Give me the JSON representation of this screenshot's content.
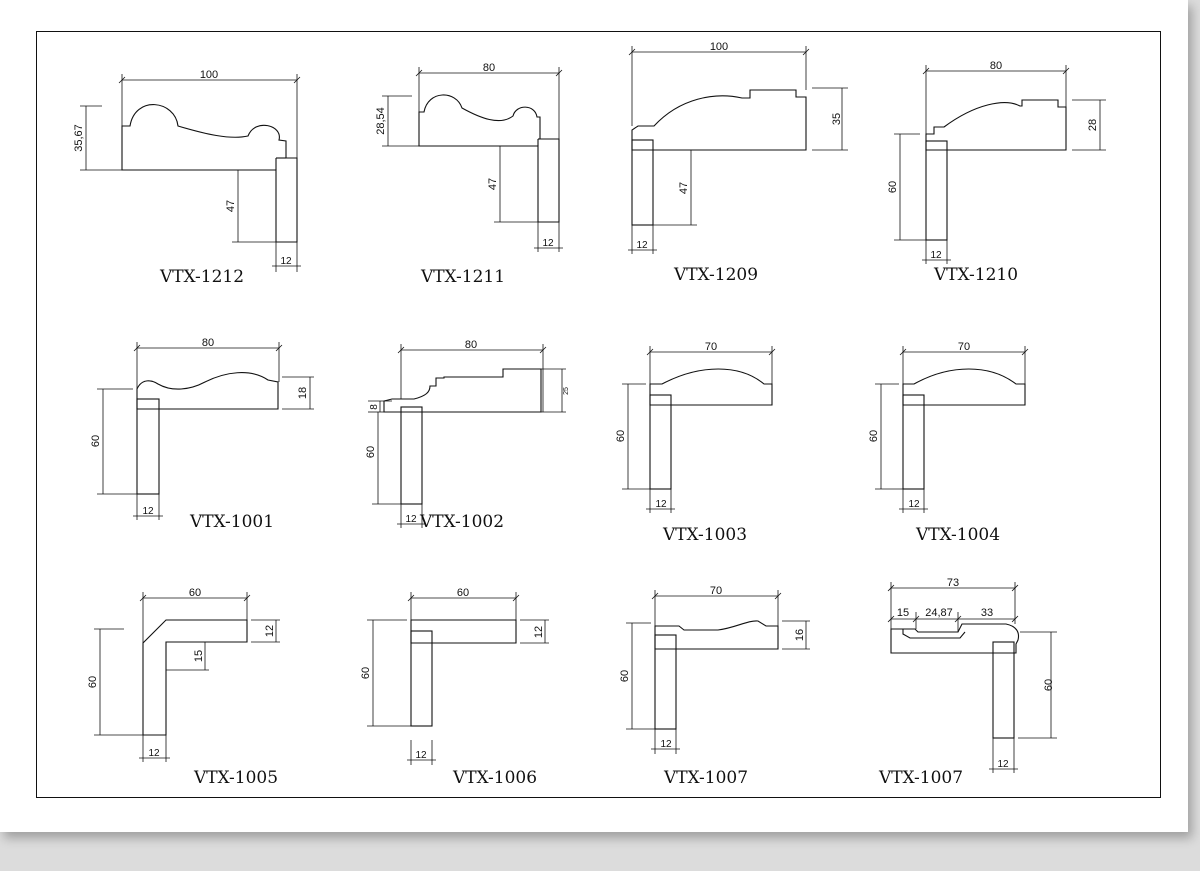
{
  "profiles": [
    {
      "code": "VTX-1212",
      "dims": {
        "width": "100",
        "height": "35,67",
        "post": "47",
        "thick": "12"
      }
    },
    {
      "code": "VTX-1211",
      "dims": {
        "width": "80",
        "height": "28,54",
        "post": "47",
        "thick": "12"
      }
    },
    {
      "code": "VTX-1209",
      "dims": {
        "width": "100",
        "height": "35",
        "post": "47",
        "thick": "12"
      }
    },
    {
      "code": "VTX-1210",
      "dims": {
        "width": "80",
        "height": "28",
        "post": "60",
        "thick": "12"
      }
    },
    {
      "code": "VTX-1001",
      "dims": {
        "width": "80",
        "height": "18",
        "post": "60",
        "thick": "12"
      }
    },
    {
      "code": "VTX-1002",
      "dims": {
        "width": "80",
        "height": "25",
        "step": "8",
        "post": "60",
        "thick": "12"
      }
    },
    {
      "code": "VTX-1003",
      "dims": {
        "width": "70",
        "post": "60",
        "thick": "12"
      }
    },
    {
      "code": "VTX-1004",
      "dims": {
        "width": "70",
        "post": "60",
        "thick": "12"
      }
    },
    {
      "code": "VTX-1005",
      "dims": {
        "width": "60",
        "height": "12",
        "inner": "15",
        "post": "60",
        "thick": "12"
      }
    },
    {
      "code": "VTX-1006",
      "dims": {
        "width": "60",
        "height": "12",
        "post": "60",
        "thick": "12"
      }
    },
    {
      "code": "VTX-1007",
      "dims": {
        "width": "70",
        "height": "16",
        "post": "60",
        "thick": "12"
      }
    },
    {
      "code": "VTX-1007",
      "dims": {
        "width": "73",
        "seg1": "15",
        "seg2": "24,87",
        "seg3": "33",
        "post": "60",
        "thick": "12"
      }
    }
  ]
}
